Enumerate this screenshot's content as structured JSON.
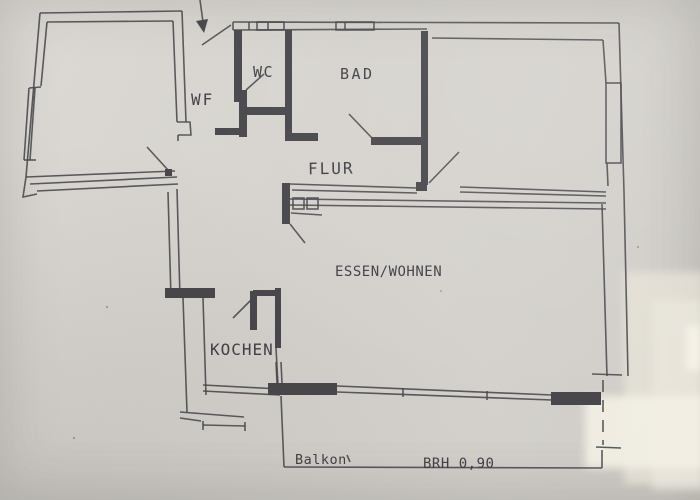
{
  "labels": {
    "wf": "WF",
    "wc": "WC",
    "bad": "BAD",
    "flur": "FLUR",
    "essen_wohnen": "ESSEN/WOHNEN",
    "kochen": "KOCHEN",
    "balkon": "Balkon",
    "brh": "BRH 0,90"
  },
  "colors": {
    "paper": "#d6d3ce",
    "ink": "#47474c",
    "correction_white": "#f2efe3"
  },
  "icons": {
    "entrance_arrow": "↓"
  }
}
